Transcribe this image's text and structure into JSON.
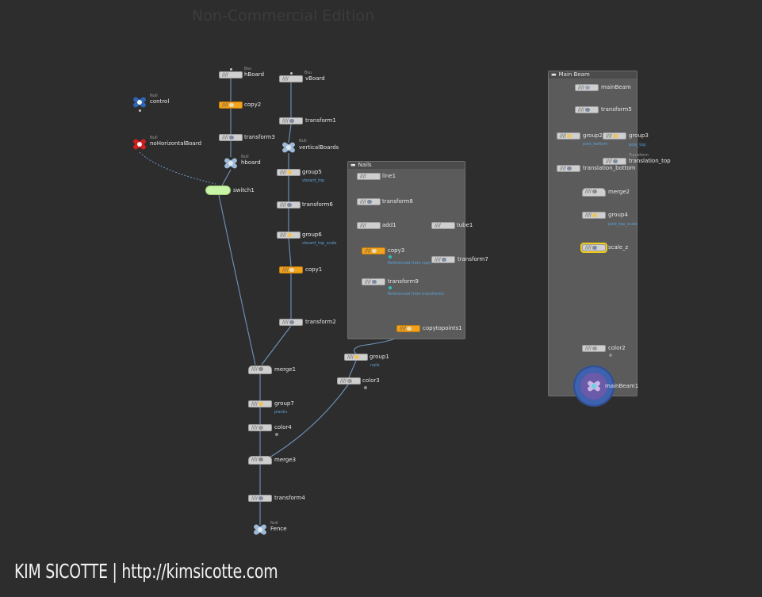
{
  "watermark": "Non-Commercial Edition",
  "credit": "KIM SICOTTE | http://kimsicotte.com",
  "boxes": {
    "nails": {
      "title": "Nails"
    },
    "main_beam": {
      "title": "Main Beam"
    }
  },
  "nodes": {
    "hBoard": {
      "label": "hBoard",
      "flag": "Bsu"
    },
    "vBoard": {
      "label": "vBoard",
      "flag": "Bsu"
    },
    "copy2": {
      "label": "copy2"
    },
    "control": {
      "label": "control",
      "flag": "Null"
    },
    "noHorizontalBoard": {
      "label": "noHorizontalBoard",
      "flag": "Null"
    },
    "transform3": {
      "label": "transform3"
    },
    "hboard_null": {
      "label": "hboard",
      "flag": "Null"
    },
    "switch1": {
      "label": "switch1"
    },
    "transform1": {
      "label": "transform1"
    },
    "verticalBoards": {
      "label": "verticalBoards",
      "flag": "Null"
    },
    "group5": {
      "label": "group5",
      "comment": "vboard_top"
    },
    "transform6": {
      "label": "transform6"
    },
    "group6": {
      "label": "group6",
      "comment": "vboard_top_scale"
    },
    "copy1": {
      "label": "copy1"
    },
    "transform2": {
      "label": "transform2"
    },
    "merge1": {
      "label": "merge1"
    },
    "group7": {
      "label": "group7",
      "comment": "planks"
    },
    "color4": {
      "label": "color4"
    },
    "merge3": {
      "label": "merge3"
    },
    "transform4": {
      "label": "transform4"
    },
    "fence": {
      "label": "Fence",
      "flag": "Null"
    },
    "line1": {
      "label": "line1"
    },
    "transform8": {
      "label": "transform8"
    },
    "add1": {
      "label": "add1"
    },
    "tube1": {
      "label": "tube1"
    },
    "copy3": {
      "label": "copy3",
      "comment": "Referenced from copy"
    },
    "transform7": {
      "label": "transform7"
    },
    "transform9": {
      "label": "transform9",
      "comment": "Referenced from transform2"
    },
    "copytopoints1": {
      "label": "copytopoints1"
    },
    "group1": {
      "label": "group1",
      "comment": "nails"
    },
    "color3": {
      "label": "color3"
    },
    "mainBeam": {
      "label": "mainBeam"
    },
    "transform5": {
      "label": "transform5"
    },
    "group2": {
      "label": "group2",
      "comment": "pole_bottom"
    },
    "group3": {
      "label": "group3",
      "comment": "pole_top"
    },
    "translation_bottom": {
      "label": "translation_bottom"
    },
    "translation_top": {
      "label": "translation_top",
      "flag": "Transform"
    },
    "merge2": {
      "label": "merge2"
    },
    "group4": {
      "label": "group4",
      "comment": "pole_top_scale"
    },
    "scale_z": {
      "label": "scale_z"
    },
    "color2": {
      "label": "color2"
    },
    "mainBeam1": {
      "label": "mainBeam1"
    }
  },
  "colors": {
    "background": "#2d2d2d",
    "wire": "#6f94bd",
    "netbox": "#5b5b5b",
    "copy_node": "#f3a21c",
    "switch_node": "#c9f5a8",
    "null_blue": "#2d66b4",
    "null_red": "#d01f1f",
    "null_lightblue": "#9fbad8",
    "selection": "#f0cc1a",
    "comment": "#5aa0d6"
  },
  "icons": {
    "sop_node": "striped-tile-icon",
    "null_node": "null-cross-icon",
    "switch_node": "switch-oval-icon",
    "output_node": "output-ring-icon"
  }
}
